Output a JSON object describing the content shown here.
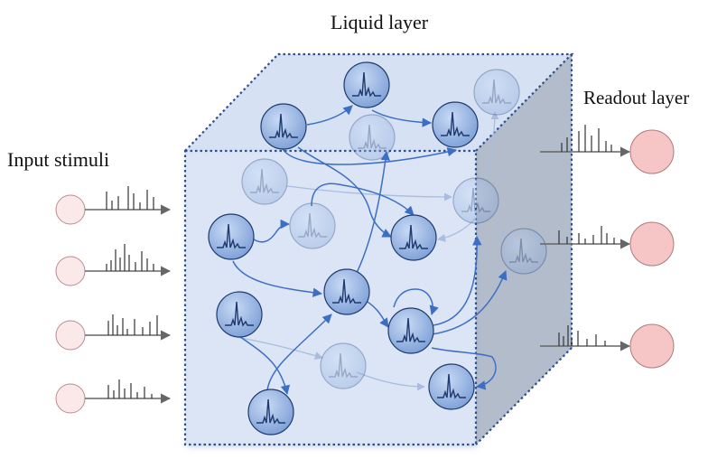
{
  "labels": {
    "liquid_layer": "Liquid layer",
    "readout_layer": "Readout layer",
    "input_stimuli": "Input stimuli"
  },
  "colors": {
    "cube_front": "#dbe5f6",
    "cube_top": "#cfdcf2",
    "cube_side": "#b2bccb",
    "cube_edge": "#2e4f8f",
    "neuron_fill": "#8fb0e0",
    "neuron_stroke": "#1f3a6e",
    "connection": "#3c6fc4",
    "input_neuron": "#fbe9ea",
    "readout_neuron": "#f6c6c6",
    "spike": "#333333"
  },
  "icons": {
    "neuron": "neuron-spike-icon",
    "input": "input-neuron-icon",
    "readout": "readout-neuron-icon"
  }
}
